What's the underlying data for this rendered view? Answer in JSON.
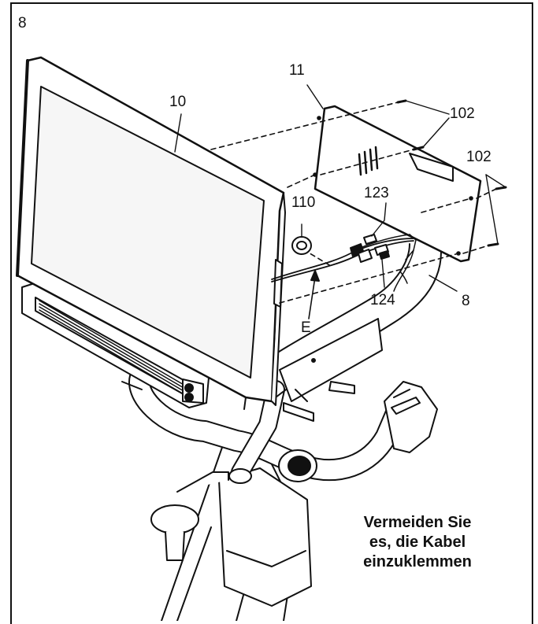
{
  "step": {
    "number": "8"
  },
  "callouts": {
    "console": "10",
    "cover": "11",
    "screws_top": "102",
    "screws_right": "102",
    "grommet": "110",
    "connector_123": "123",
    "connector_124": "124",
    "wire_harness": "E",
    "frame": "8"
  },
  "warning": {
    "lines": [
      "Vermeiden Sie",
      "es, die Kabel",
      "einzuklemmen"
    ]
  },
  "colors": {
    "line": "#111111",
    "fill": "#ffffff",
    "screen": "#f6f6f6"
  }
}
